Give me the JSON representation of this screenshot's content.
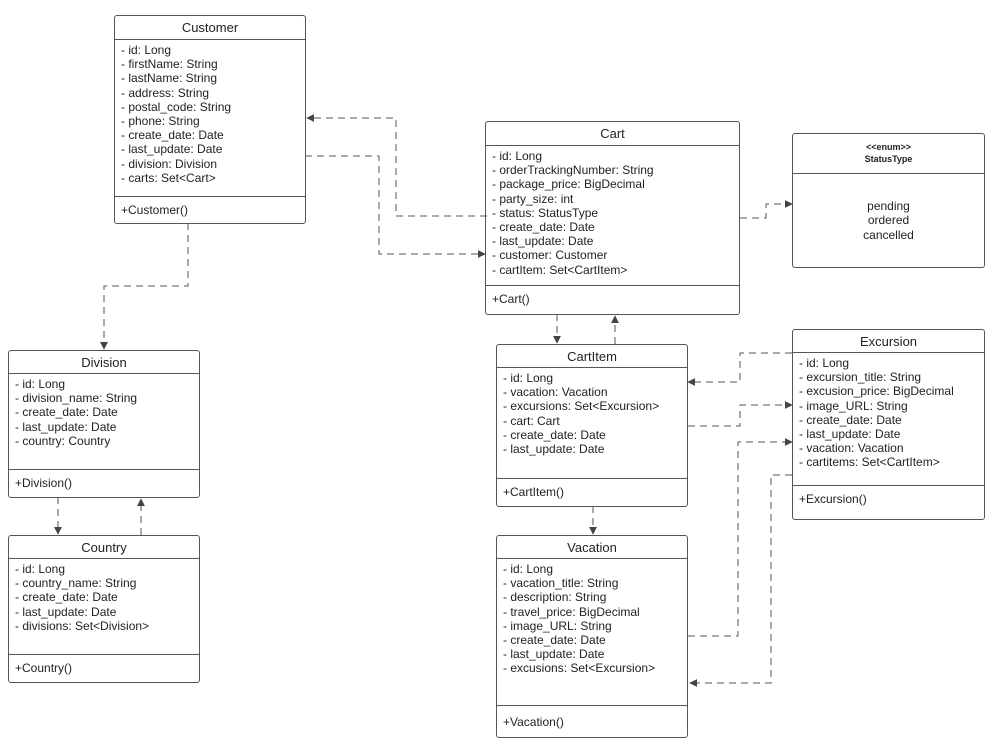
{
  "classes": {
    "customer": {
      "name": "Customer",
      "attributes": [
        "- id: Long",
        "- firstName: String",
        "- lastName: String",
        "- address: String",
        "- postal_code: String",
        "- phone: String",
        "- create_date: Date",
        "- last_update: Date",
        "- division: Division",
        "- carts: Set<Cart>"
      ],
      "method": "+Customer()"
    },
    "cart": {
      "name": "Cart",
      "attributes": [
        "- id: Long",
        "- orderTrackingNumber: String",
        "- package_price: BigDecimal",
        "- party_size: int",
        "- status: StatusType",
        "- create_date: Date",
        "- last_update: Date",
        "- customer: Customer",
        "- cartItem: Set<CartItem>"
      ],
      "method": "+Cart()"
    },
    "division": {
      "name": "Division",
      "attributes": [
        "- id: Long",
        "- division_name: String",
        "- create_date: Date",
        "- last_update: Date",
        "- country: Country"
      ],
      "method": "+Division()"
    },
    "country": {
      "name": "Country",
      "attributes": [
        "- id: Long",
        "- country_name: String",
        "- create_date: Date",
        "- last_update: Date",
        "- divisions: Set<Division>"
      ],
      "method": "+Country()"
    },
    "cartitem": {
      "name": "CartItem",
      "attributes": [
        "- id: Long",
        "- vacation: Vacation",
        "- excursions: Set<Excursion>",
        "- cart: Cart",
        "- create_date: Date",
        "- last_update: Date"
      ],
      "method": "+CartItem()"
    },
    "vacation": {
      "name": "Vacation",
      "attributes": [
        "- id: Long",
        "- vacation_title: String",
        "- description: String",
        "- travel_price: BigDecimal",
        "- image_URL: String",
        "- create_date: Date",
        "- last_update: Date",
        "- excusions: Set<Excursion>"
      ],
      "method": "+Vacation()"
    },
    "excursion": {
      "name": "Excursion",
      "attributes": [
        "- id: Long",
        "- excursion_title: String",
        "- excusion_price: BigDecimal",
        "- image_URL: String",
        "- create_date: Date",
        "- last_update: Date",
        "- vacation: Vacation",
        "- cartitems: Set<CartItem>"
      ],
      "method": "+Excursion()"
    }
  },
  "enum": {
    "stereotype": "<<enum>>",
    "name": "StatusType",
    "values": [
      "pending",
      "ordered",
      "cancelled"
    ]
  },
  "colors": {
    "line": "#555555",
    "border": "#555555"
  }
}
